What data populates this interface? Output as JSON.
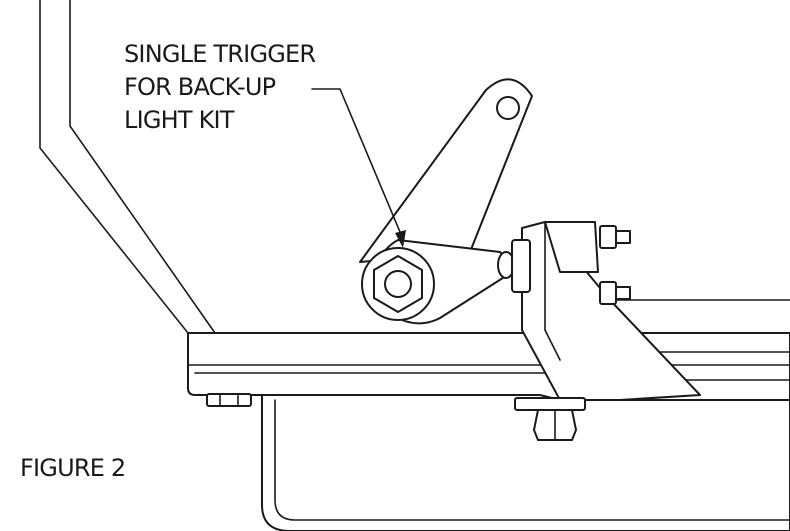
{
  "callout": {
    "line1": "SINGLE TRIGGER",
    "line2": "FOR BACK-UP",
    "line3": "LIGHT KIT"
  },
  "caption": "FIGURE 2",
  "colors": {
    "ink": "#1a1a1a",
    "paper": "#ffffff"
  }
}
